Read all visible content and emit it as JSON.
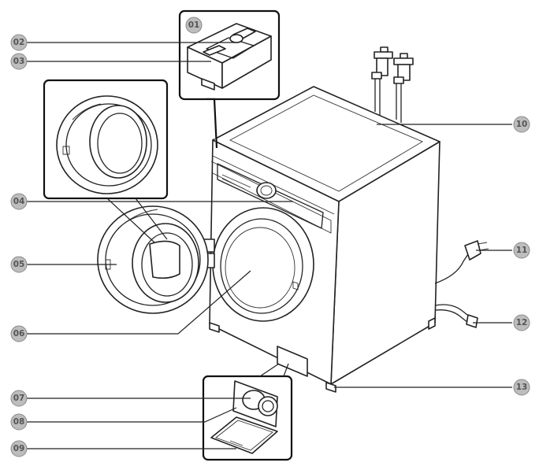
{
  "callouts": [
    {
      "id": "c01",
      "label": "01"
    },
    {
      "id": "c02",
      "label": "02"
    },
    {
      "id": "c03",
      "label": "03"
    },
    {
      "id": "c04",
      "label": "04"
    },
    {
      "id": "c05",
      "label": "05"
    },
    {
      "id": "c06",
      "label": "06"
    },
    {
      "id": "c07",
      "label": "07"
    },
    {
      "id": "c08",
      "label": "08"
    },
    {
      "id": "c09",
      "label": "09"
    },
    {
      "id": "c10",
      "label": "10"
    },
    {
      "id": "c11",
      "label": "11"
    },
    {
      "id": "c12",
      "label": "12"
    },
    {
      "id": "c13",
      "label": "13"
    }
  ],
  "colors": {
    "badge_fill": "#bdbdbd",
    "badge_text": "#555555",
    "line": "#222222"
  }
}
